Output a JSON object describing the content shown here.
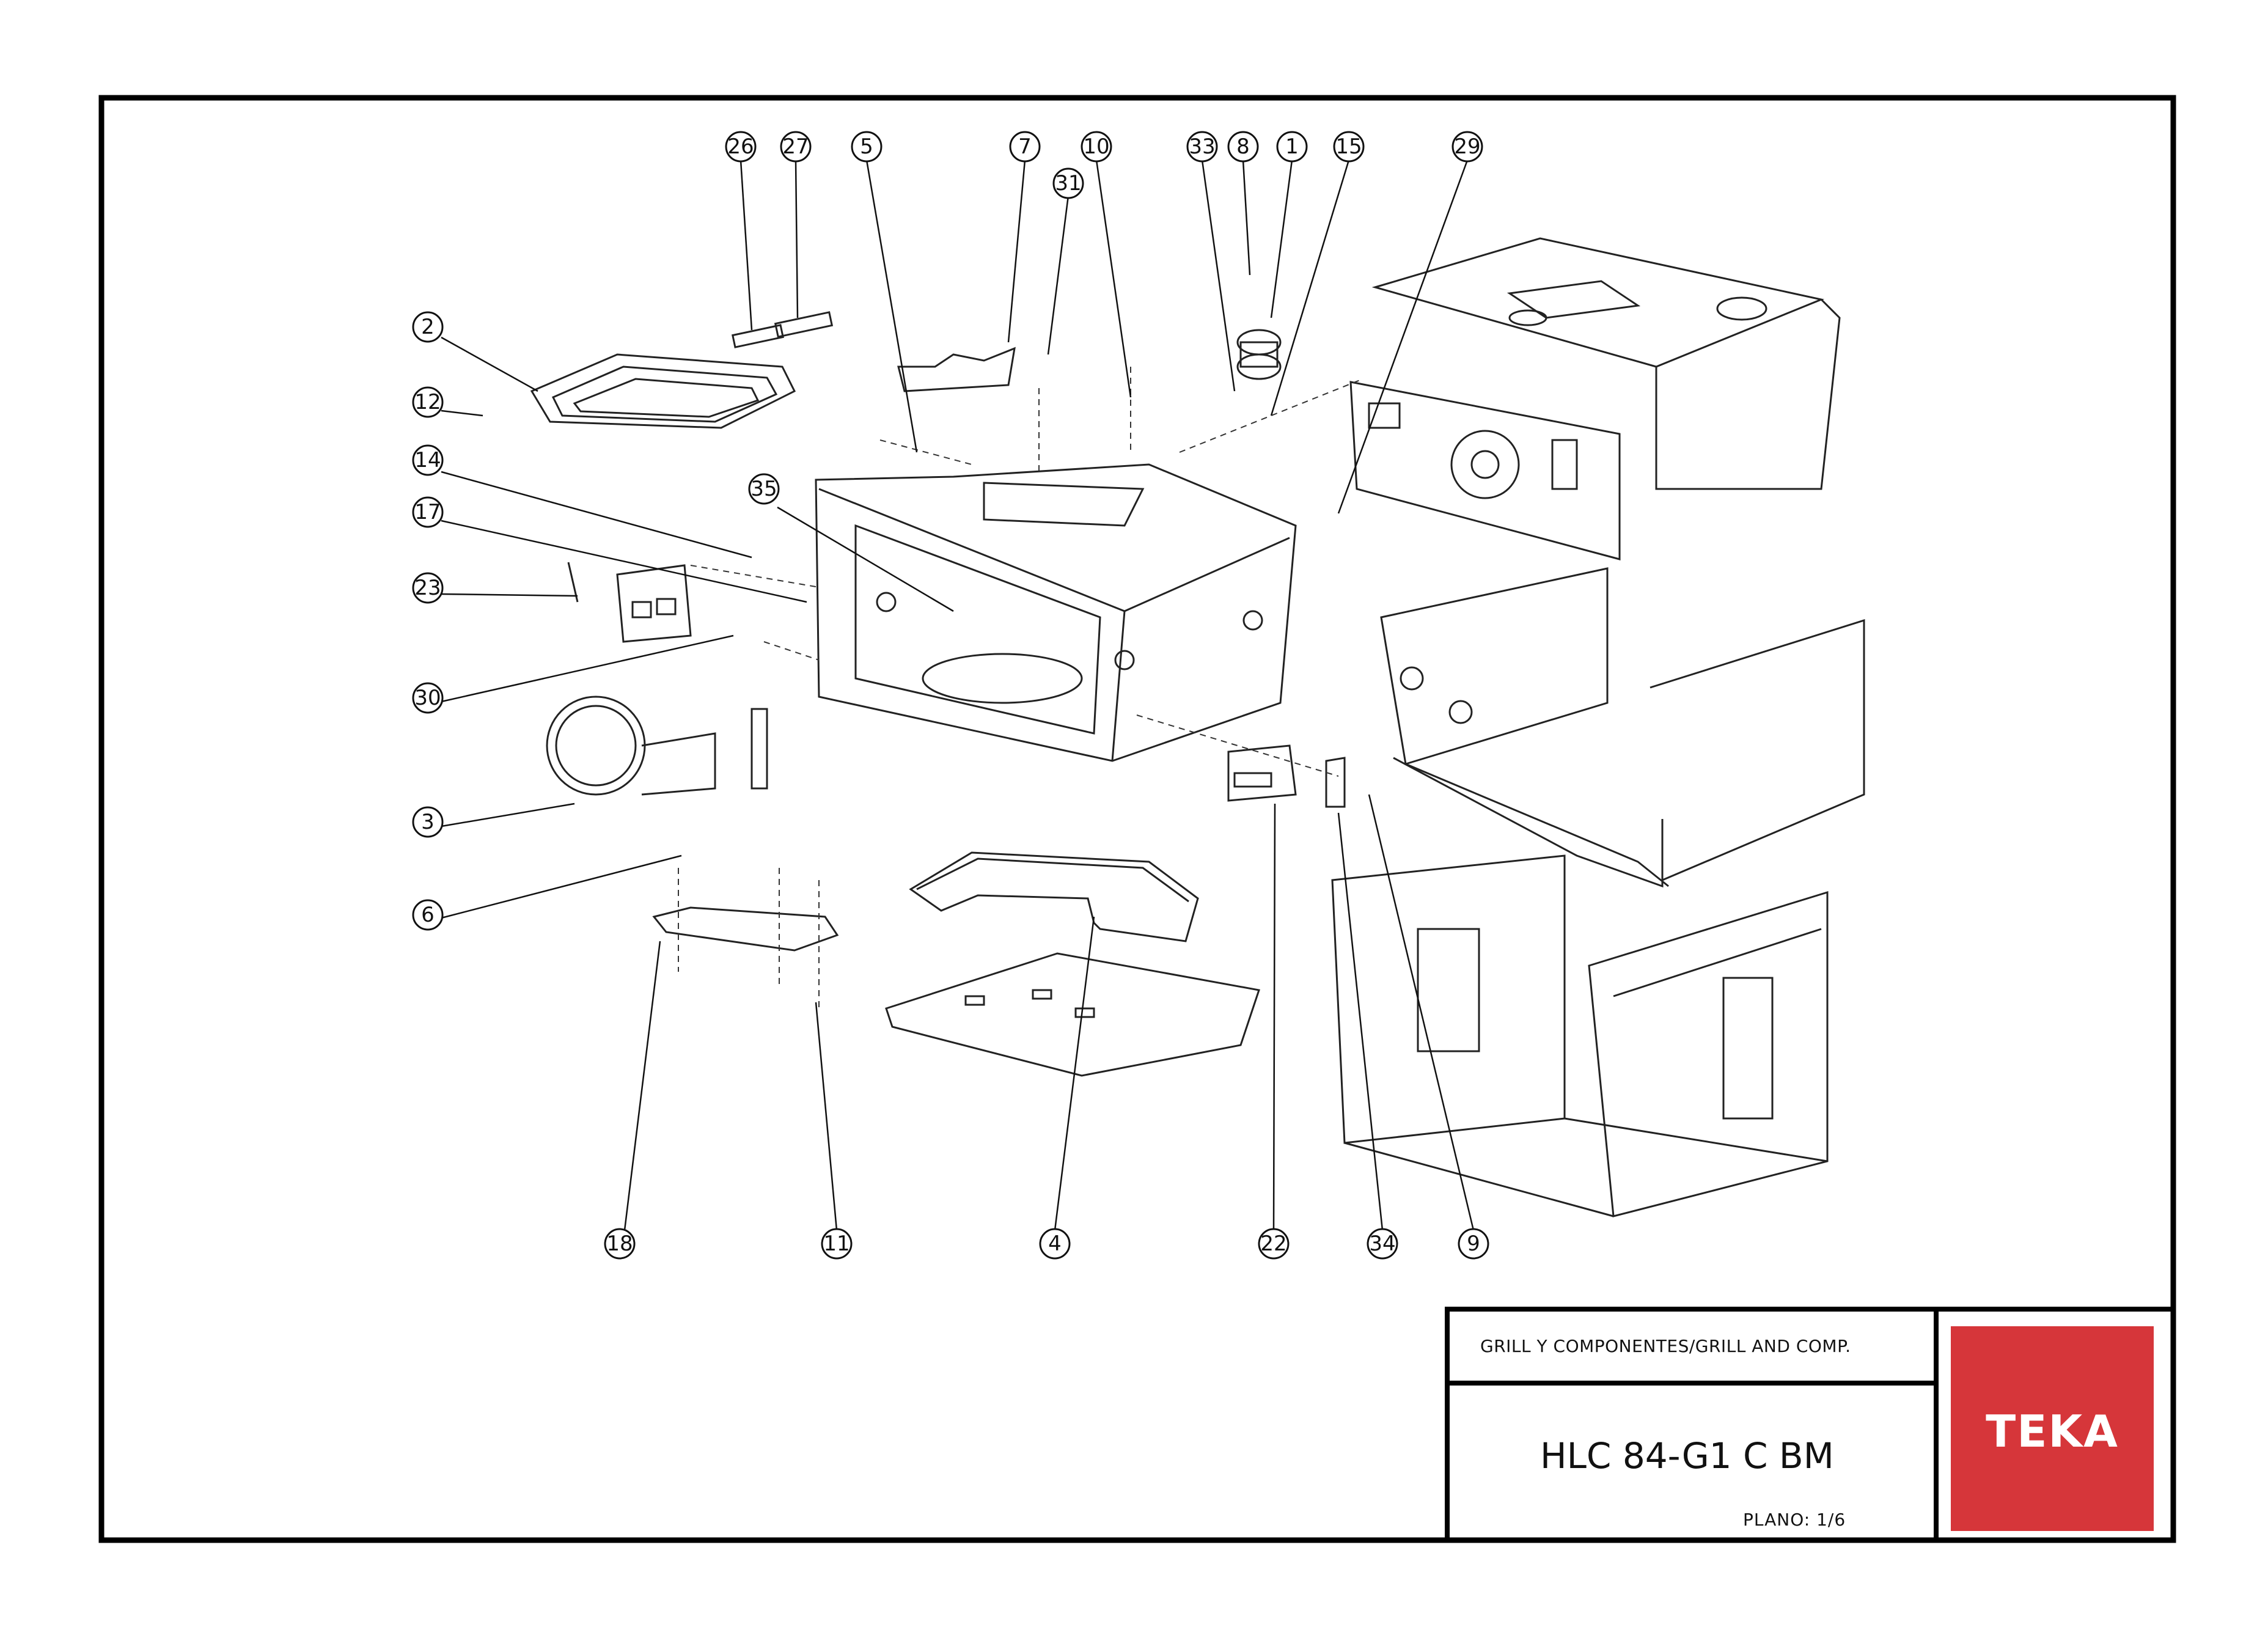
{
  "title_block": {
    "drawing_title": "GRILL Y COMPONENTES/GRILL AND COMP.",
    "model": "HLC 84-G1 C BM",
    "sheet": "PLANO: 1/6"
  },
  "logo": {
    "text": "TEKA",
    "color": "#d6363a"
  },
  "callouts": {
    "top": [
      "26",
      "27",
      "5",
      "7",
      "10",
      "31",
      "33",
      "8",
      "1",
      "15",
      "29"
    ],
    "left": [
      "2",
      "12",
      "14",
      "17",
      "23",
      "30",
      "3",
      "6"
    ],
    "middle": [
      "35"
    ],
    "bottom": [
      "18",
      "11",
      "4",
      "22",
      "34",
      "9"
    ]
  }
}
